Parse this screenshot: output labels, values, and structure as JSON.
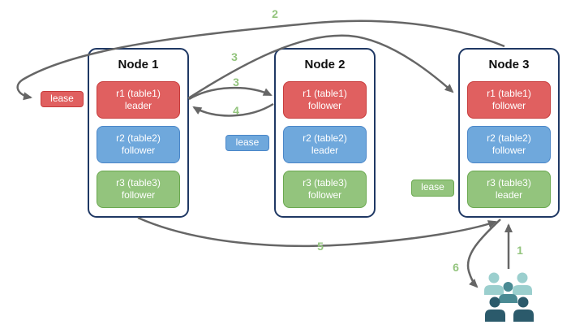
{
  "nodes": [
    {
      "title": "Node 1",
      "replicas": [
        {
          "range": "r1 (table1)",
          "role": "leader",
          "color": "red"
        },
        {
          "range": "r2 (table2)",
          "role": "follower",
          "color": "blue"
        },
        {
          "range": "r3 (table3)",
          "role": "follower",
          "color": "green"
        }
      ]
    },
    {
      "title": "Node 2",
      "replicas": [
        {
          "range": "r1 (table1)",
          "role": "follower",
          "color": "red"
        },
        {
          "range": "r2 (table2)",
          "role": "leader",
          "color": "blue"
        },
        {
          "range": "r3 (table3)",
          "role": "follower",
          "color": "green"
        }
      ]
    },
    {
      "title": "Node 3",
      "replicas": [
        {
          "range": "r1 (table1)",
          "role": "follower",
          "color": "red"
        },
        {
          "range": "r2 (table2)",
          "role": "follower",
          "color": "blue"
        },
        {
          "range": "r3 (table3)",
          "role": "leader",
          "color": "green"
        }
      ]
    }
  ],
  "leases": [
    {
      "label": "lease",
      "color": "red"
    },
    {
      "label": "lease",
      "color": "blue"
    },
    {
      "label": "lease",
      "color": "green"
    }
  ],
  "steps": {
    "s1": "1",
    "s2": "2",
    "s3a": "3",
    "s3b": "3",
    "s4": "4",
    "s5": "5",
    "s6": "6"
  },
  "icons": {
    "clients": "users-group-icon"
  },
  "colors": {
    "replica_red_fill": "#e06060",
    "replica_red_border": "#c73b3b",
    "replica_blue_fill": "#6fa8dc",
    "replica_blue_border": "#4a86c8",
    "replica_green_fill": "#93c47d",
    "replica_green_border": "#6aa84f",
    "node_border": "#1f3864",
    "arrow": "#666666",
    "step_label": "#93c47d",
    "users_light_teal": "#9bcfce",
    "users_medium_teal": "#4a8a93",
    "users_dark_teal": "#2b5a6b"
  }
}
